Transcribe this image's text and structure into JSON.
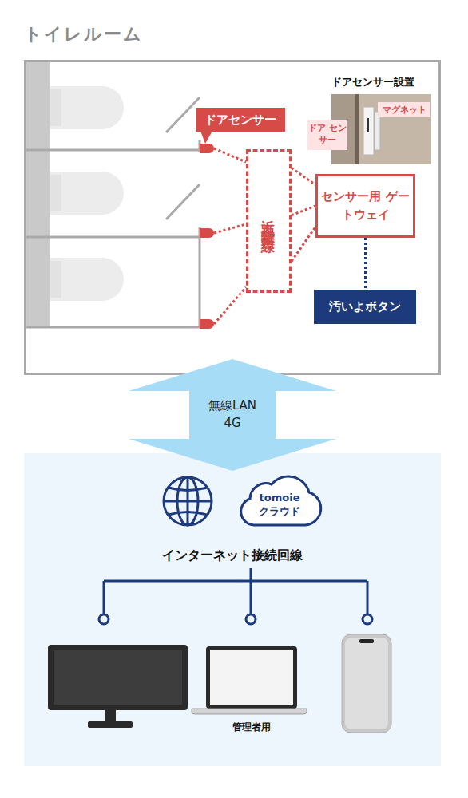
{
  "diagram": {
    "nodes": [
      {
        "text": [
          "トイレルーム"
        ]
      },
      {
        "text": [
          "ドアセンサー設置"
        ],
        "in": 0
      },
      {
        "text": [
          "マグネット"
        ],
        "in": 1
      },
      {
        "text": [
          "ドア センサー"
        ],
        "in": 1
      },
      {
        "text": [
          "ドアセンサー"
        ],
        "in": 0
      },
      {
        "text": [
          "近距離無線"
        ],
        "in": 0
      },
      {
        "text": [
          "センサー用 ゲートウェイ"
        ],
        "in": 0
      },
      {
        "text": [
          "汚いよボタン"
        ],
        "in": 0
      },
      {
        "text": [
          "インターネット接続回線"
        ]
      },
      {
        "text": [
          "tomoie クラウド"
        ],
        "in": 8
      }
    ],
    "edges": [
      {
        "from": 5,
        "to": 6,
        "arrow": "none"
      },
      {
        "from": 5,
        "to": 6,
        "arrow": "none"
      },
      {
        "from": 5,
        "to": 6,
        "arrow": "none"
      },
      {
        "from": 6,
        "to": 7,
        "arrow": "none"
      },
      {
        "from": 0,
        "to": 8,
        "arrow": "both",
        "label": "無線LAN 4G"
      }
    ],
    "labels": [
      "管理者用"
    ]
  }
}
